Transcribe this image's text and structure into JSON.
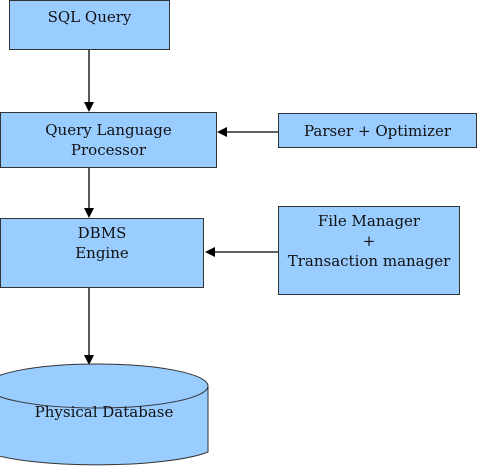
{
  "nodes": {
    "sql_query": {
      "lines": [
        "SQL Query"
      ]
    },
    "query_language_processor": {
      "lines": [
        "Query Language",
        "Processor"
      ]
    },
    "parser_optimizer": {
      "lines": [
        "Parser + Optimizer"
      ]
    },
    "dbms_engine": {
      "lines": [
        "DBMS",
        "Engine"
      ]
    },
    "file_transaction_manager": {
      "lines": [
        "File Manager",
        "+",
        "Transaction manager"
      ]
    },
    "physical_database": {
      "lines": [
        "Physical Database"
      ]
    }
  },
  "colors": {
    "box_fill": "#99ccff",
    "box_border": "#333333",
    "arrow": "#000000"
  }
}
